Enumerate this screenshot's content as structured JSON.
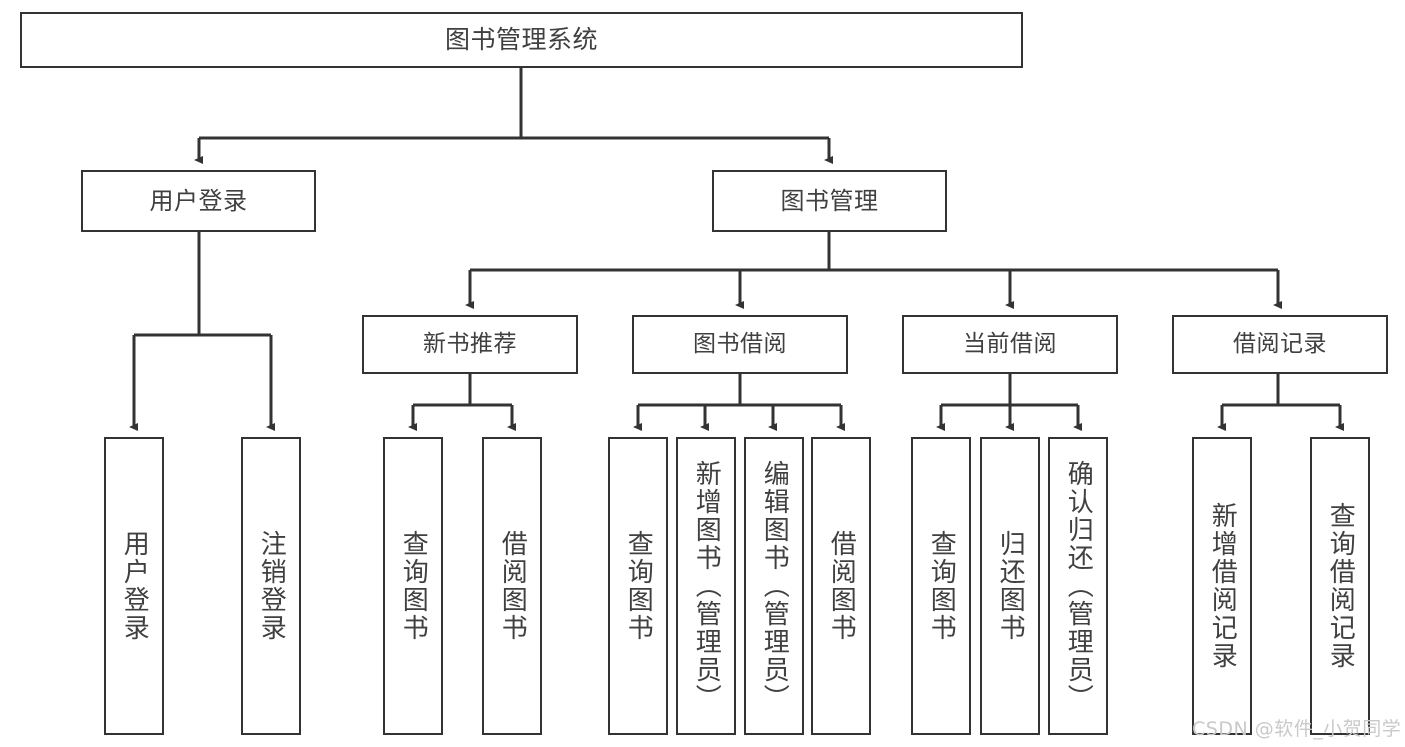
{
  "diagram": {
    "type": "tree",
    "title": "图书管理系统",
    "orientation": "top-down",
    "colors": {
      "box_border": "#333333",
      "box_fill": "#ffffff",
      "connector": "#333333",
      "text": "#404040",
      "watermark": "#c9c9c9",
      "background": "#ffffff"
    }
  },
  "nodes": {
    "root": {
      "label": "图书管理系统"
    },
    "level2": [
      {
        "label": "用户登录"
      },
      {
        "label": "图书管理"
      }
    ],
    "level3": [
      {
        "label": "新书推荐"
      },
      {
        "label": "图书借阅"
      },
      {
        "label": "当前借阅"
      },
      {
        "label": "借阅记录"
      }
    ],
    "leaves": {
      "user_login": [
        {
          "label": "用户登录"
        },
        {
          "label": "注销登录"
        }
      ],
      "new_book_recommend": [
        {
          "label": "查询图书"
        },
        {
          "label": "借阅图书"
        }
      ],
      "book_borrow": [
        {
          "label": "查询图书"
        },
        {
          "label": "新增图书（管理员）"
        },
        {
          "label": "编辑图书（管理员）"
        },
        {
          "label": "借阅图书"
        }
      ],
      "current_borrow": [
        {
          "label": "查询图书"
        },
        {
          "label": "归还图书"
        },
        {
          "label": "确认归还（管理员）"
        }
      ],
      "borrow_record": [
        {
          "label": "新增借阅记录"
        },
        {
          "label": "查询借阅记录"
        }
      ]
    }
  },
  "watermark": {
    "text": "CSDN @软件_小贺同学"
  }
}
